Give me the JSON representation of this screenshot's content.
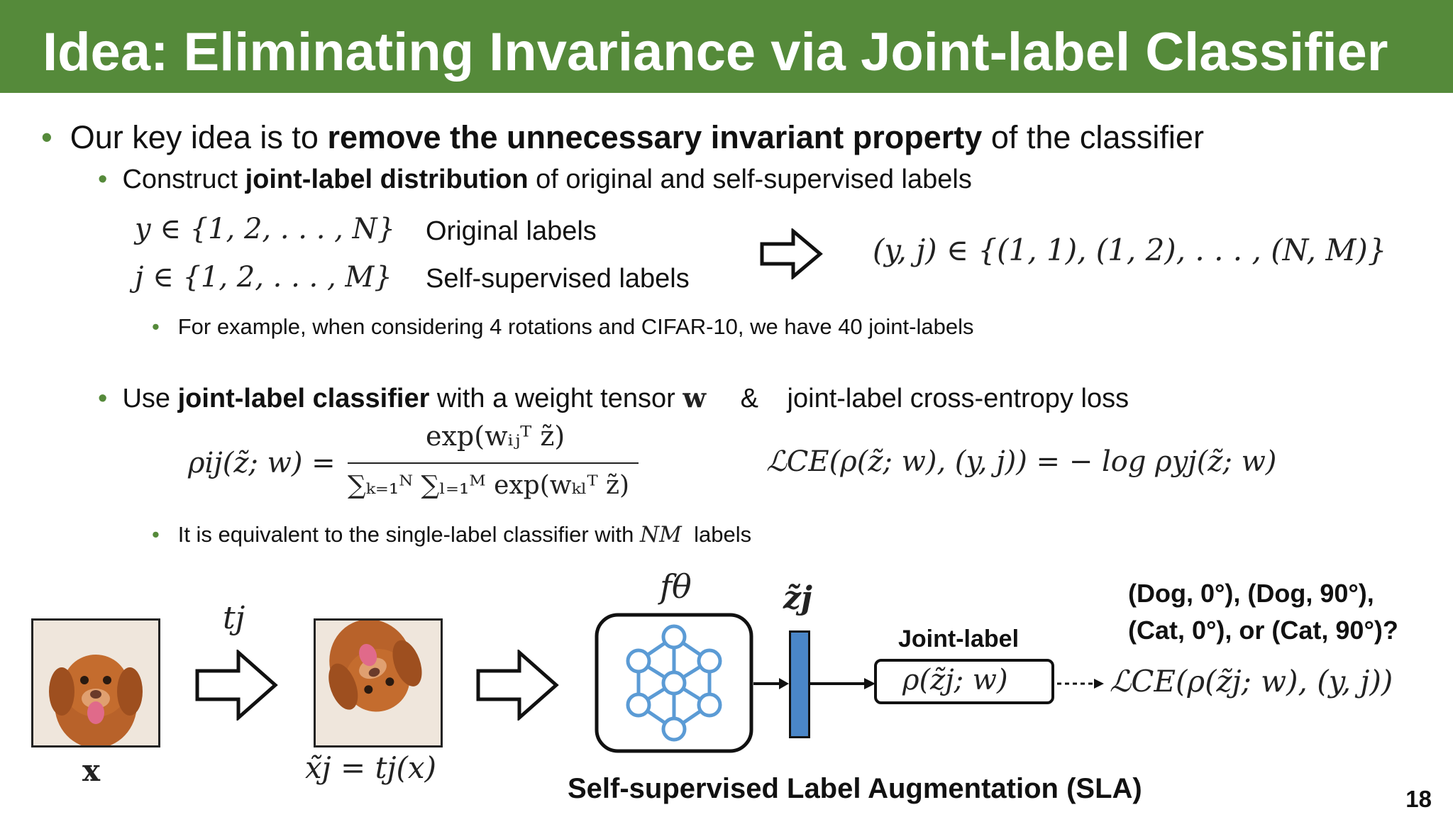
{
  "slide": {
    "title": "Idea: Eliminating Invariance via Joint-label Classifier",
    "page_number": "18"
  },
  "bullets": {
    "b1": {
      "pre": "Our key idea is to ",
      "bold": "remove the unnecessary invariant property",
      "post": " of the classifier"
    },
    "b2": {
      "pre": "Construct ",
      "bold": "joint-label distribution",
      "post": " of original and self-supervised labels"
    },
    "labels": {
      "y_def": "y ∈ {1, 2, . . . , N}",
      "y_desc": "Original labels",
      "j_def": "j ∈ {1, 2, . . . , M}",
      "j_desc": "Self-supervised labels",
      "joint_def": "(y, j) ∈ {(1, 1), (1, 2), . . . , (N, M)}"
    },
    "b3": "For example, when considering 4 rotations and CIFAR-10, we have 40 joint-labels",
    "b4": {
      "pre": "Use ",
      "bold": "joint-label classifier",
      "mid": " with a weight tensor ",
      "w": "w",
      "amp": "&",
      "post": "joint-label cross-entropy loss"
    },
    "formula": {
      "lhs": "ρij(z̃; w) =",
      "num": "exp(wᵢⱼᵀ z̃)",
      "den": "∑ₖ₌₁ᴺ ∑ₗ₌₁ᴹ exp(wₖₗᵀ z̃)",
      "loss": "ℒCE(ρ(z̃; w), (y, j)) = − log ρyj(z̃; w)"
    },
    "b5": {
      "pre": "It is equivalent to the single-label classifier with ",
      "math": "NM",
      "post": "labels"
    }
  },
  "diagram": {
    "x_label": "x",
    "t_label": "tj",
    "xt_label": "x̃j = tj(x)",
    "f_label": "fθ",
    "z_label": "z̃j",
    "joint_label_title": "Joint-label",
    "joint_box": "ρ(z̃j; w)",
    "loss_label": "ℒCE(ρ(z̃j; w), (y, j))",
    "question_line1": "(Dog, 0°), (Dog, 90°),",
    "question_line2": "(Cat, 0°), or (Cat, 90°)?",
    "caption": "Self-supervised Label Augmentation (SLA)",
    "colors": {
      "network": "#5b9bd5",
      "feature_bar": "#4a86c8"
    }
  }
}
